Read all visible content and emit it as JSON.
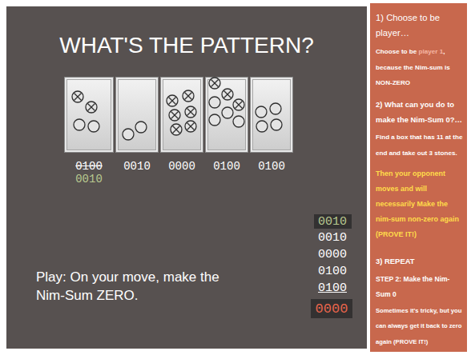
{
  "diagram": {
    "title": "WHAT'S THE PATTERN?",
    "nodes": [
      {
        "text": [
          "0100",
          "0010"
        ]
      },
      {
        "text": [
          "0010"
        ]
      },
      {
        "text": [
          "0000"
        ]
      },
      {
        "text": [
          "0100"
        ]
      },
      {
        "text": [
          "0100"
        ]
      },
      {
        "text": [
          "0010"
        ]
      },
      {
        "text": [
          "0000"
        ]
      },
      {
        "text": [
          "1) Choose to be player…",
          "Choose to be",
          "player 1",
          ", because the Nim-sum is NON-ZERO",
          "2) What can you do to make the Nim-Sum 0?…",
          "Find a box that has 11 at the end and take out 3 stones.",
          "Then your opponent moves and will necessarily Make the nim-sum non-zero again (PROVE IT!)",
          "3) REPEAT",
          "STEP 2: Make the Nim-Sum 0",
          "Sometimes it's tricky, but you can always get it back to zero again (PROVE IT!)"
        ]
      }
    ],
    "labels": [
      "0010",
      "0000",
      "0100",
      "0100",
      "Play: On your move, make the Nim-Sum ZERO."
    ]
  }
}
